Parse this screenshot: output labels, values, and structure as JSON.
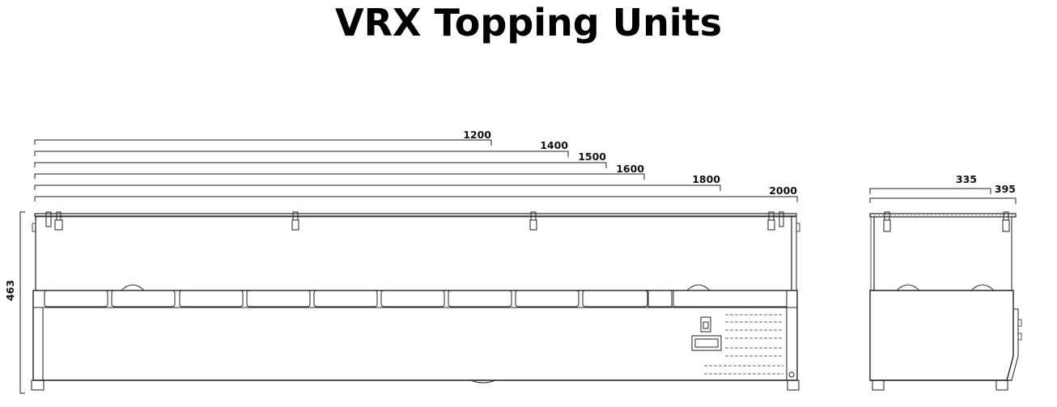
{
  "title": "VRX Topping Units",
  "front_view": {
    "height_label": "463",
    "length_labels": [
      "1200",
      "1400",
      "1500",
      "1600",
      "1800",
      "2000"
    ]
  },
  "side_view": {
    "depth_labels": [
      "335",
      "395"
    ]
  }
}
